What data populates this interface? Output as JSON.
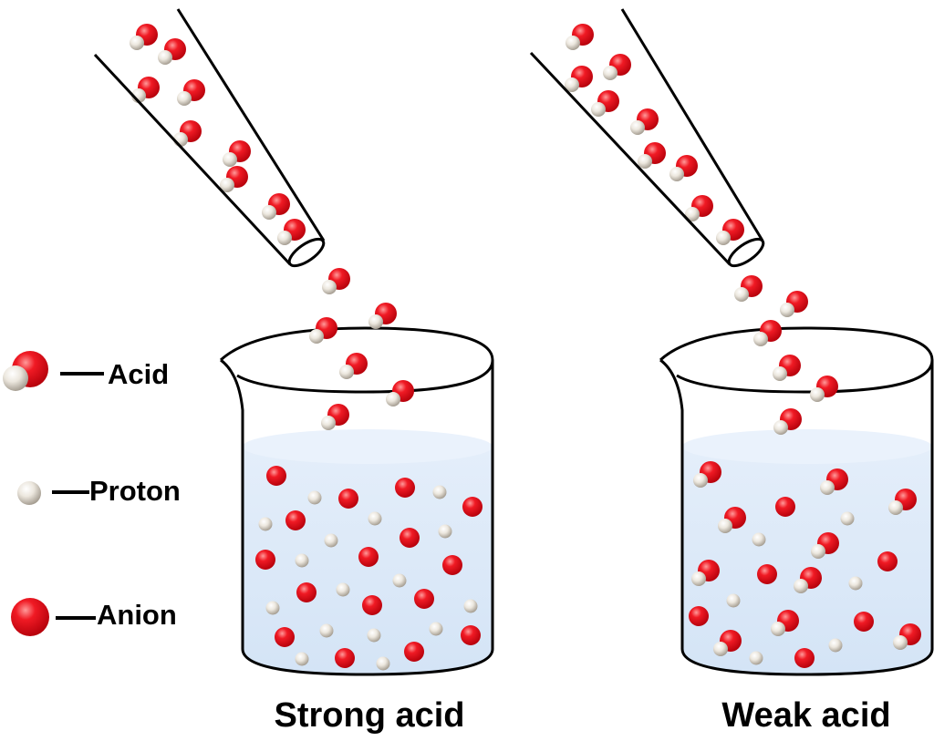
{
  "legend": [
    {
      "key": "acid",
      "label": "Acid"
    },
    {
      "key": "proton",
      "label": "Proton"
    },
    {
      "key": "anion",
      "label": "Anion"
    }
  ],
  "captions": {
    "strong": "Strong acid",
    "weak": "Weak acid"
  },
  "colors": {
    "anion": "#e0101a",
    "proton": "#ddd8cf",
    "water": "#dce9f8",
    "outline": "#000000"
  }
}
